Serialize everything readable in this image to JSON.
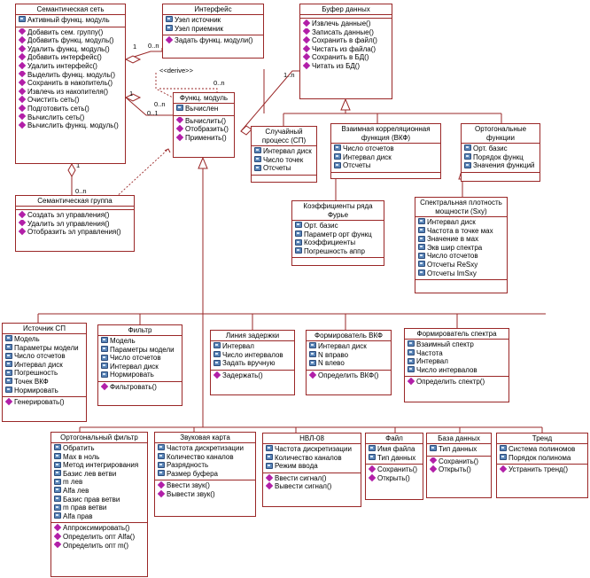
{
  "diagram": {
    "semantic_net": {
      "name": "Семантическая сеть",
      "attributes": [
        "Активный функц. модуль"
      ],
      "operations": [
        "Добавить сем. группу()",
        "Добавить функц. модуль()",
        "Удалить функц. модуль()",
        "Добавить интерфейс()",
        "Удалить интерфейс()",
        "Выделить функц. модуль()",
        "Сохранить в накопитель()",
        "Извлечь из накопителя()",
        "Очистить сеть()",
        "Подготовить сеть()",
        "Вычислить сеть()",
        "Вычислить функц. модуль()"
      ]
    },
    "interface": {
      "name": "Интерфейс",
      "attributes": [
        "Узел источник",
        "Узел приемник"
      ],
      "operations": [
        "Задать функц. модули()"
      ]
    },
    "data_buffer": {
      "name": "Буфер данных",
      "attributes": [],
      "operations": [
        "Извлечь данные()",
        "Записать данные()",
        "Сохранить в файл()",
        "Чистать из файла()",
        "Сохранить в БД()",
        "Читать из БД()"
      ]
    },
    "func_module": {
      "name": "Функц. модуль",
      "attributes": [
        "Вычислен"
      ],
      "operations": [
        "Вычислить()",
        "Отобразить()",
        "Применить()"
      ]
    },
    "semantic_group": {
      "name": "Семантическая группа",
      "attributes": [],
      "operations": [
        "Создать эл управления()",
        "Удалить эл управления()",
        "Отобразить эл управления()"
      ]
    },
    "random_process": {
      "name": "Случайный процесс (СП)",
      "attributes": [
        "Интервал диск",
        "Число точек",
        "Отсчеты"
      ],
      "operations": []
    },
    "cross_correlation": {
      "name": "Взаимная корреляционная функция (ВКФ)",
      "attributes": [
        "Число отсчетов",
        "Интервал диск",
        "Отсчеты"
      ],
      "operations": []
    },
    "orthogonal_functions": {
      "name": "Ортогональные функции",
      "attributes": [
        "Орт. базис",
        "Порядок функц",
        "Значения функций"
      ],
      "operations": []
    },
    "fourier_coefficients": {
      "name": "Коэффициенты ряда Фурье",
      "attributes": [
        "Орт. базис",
        "Параметр орт функц",
        "Коэффициенты",
        "Погрешность аппр"
      ],
      "operations": []
    },
    "spectral_density": {
      "name": "Спектральная плотность мощности (Sxy)",
      "attributes": [
        "Интервал диск",
        "Частота в точке мах",
        "Значение в мах",
        "Экв шир спектра",
        "Число отсчетов",
        "Отсчеты ReSxy",
        "Отсчеты ImSxy"
      ],
      "operations": []
    },
    "source_sp": {
      "name": "Источник СП",
      "attributes": [
        "Модель",
        "Параметры модели",
        "Число отсчетов",
        "Интервал диск",
        "Погрешность",
        "Точек ВКФ",
        "Нормировать"
      ],
      "operations": [
        "Генерировать()"
      ]
    },
    "filter": {
      "name": "Фильтр",
      "attributes": [
        "Модель",
        "Параметры модели",
        "Число отсчетов",
        "Интервал диск",
        "Нормировать"
      ],
      "operations": [
        "Фильтровать()"
      ]
    },
    "delay_line": {
      "name": "Линия задержки",
      "attributes": [
        "Интервал",
        "Число интервалов",
        "Задать вручную"
      ],
      "operations": [
        "Задержать()"
      ]
    },
    "vkf_former": {
      "name": "Формирователь ВКФ",
      "attributes": [
        "Интервал диск",
        "N вправо",
        "N влево"
      ],
      "operations": [
        "Определить ВКФ()"
      ]
    },
    "spectrum_former": {
      "name": "Формирователь спектра",
      "attributes": [
        "Взаимный спектр",
        "Частота",
        "Интервал",
        "Число интервалов"
      ],
      "operations": [
        "Определить спектр()"
      ]
    },
    "orthogonal_filter": {
      "name": "Ортогональный фильтр",
      "attributes": [
        "Обратить",
        "Мах в ноль",
        "Метод интегрирования",
        "Базис лев ветви",
        "m лев",
        "Alfa лев",
        "Базис прав ветви",
        "m прав ветви",
        "Alfa прав"
      ],
      "operations": [
        "Аппроксимировать()",
        "Определить опт Alfa()",
        "Определить опт m()"
      ]
    },
    "sound_card": {
      "name": "Звуковая карта",
      "attributes": [
        "Частота дискретизации",
        "Количество каналов",
        "Разрядность",
        "Размер буфера"
      ],
      "operations": [
        "Ввести звук()",
        "Вывести звук()"
      ]
    },
    "nvl08": {
      "name": "НВЛ-08",
      "attributes": [
        "Частота дискретизации",
        "Количество каналов",
        "Режим ввода"
      ],
      "operations": [
        "Ввести сигнал()",
        "Вывести сигнал()"
      ]
    },
    "file": {
      "name": "Файл",
      "attributes": [
        "Имя файла",
        "Тип данных"
      ],
      "operations": [
        "Сохранить()",
        "Открыть()"
      ]
    },
    "database": {
      "name": "База данных",
      "attributes": [
        "Тип данных"
      ],
      "operations": [
        "Сохранить()",
        "Открыть()"
      ]
    },
    "trend": {
      "name": "Тренд",
      "attributes": [
        "Система полиномов",
        "Порядок полинома"
      ],
      "operations": [
        "Устранить тренд()"
      ]
    },
    "labels": {
      "derive": "<<derive>>",
      "zero_n": "0..n",
      "one": "1",
      "one_n": "1..n",
      "zero_one": "0..1"
    }
  }
}
